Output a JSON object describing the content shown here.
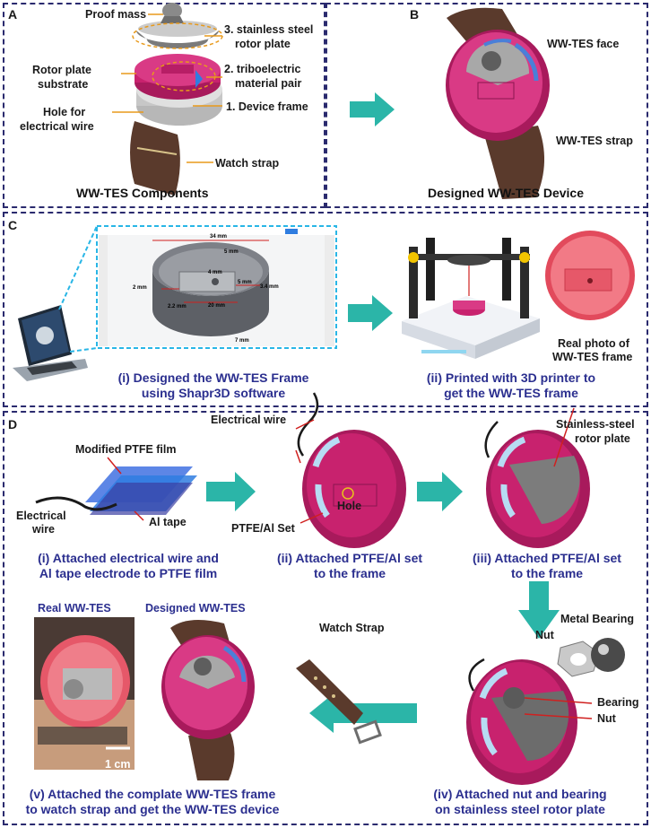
{
  "panels": {
    "a": {
      "label": "A",
      "title": "WW-TES Components",
      "callouts": [
        "Proof mass",
        "3. stainless steel",
        "rotor plate",
        "Rotor plate",
        "substrate",
        "2. triboelectric",
        "material pair",
        "Hole for",
        "electrical wire",
        "1. Device frame",
        "Watch strap"
      ]
    },
    "b": {
      "label": "B",
      "title": "Designed WW-TES Device",
      "callouts": [
        "WW-TES face",
        "WW-TES strap"
      ]
    },
    "c": {
      "label": "C",
      "dimensions": [
        "34 mm",
        "5 mm",
        "4 mm",
        "5 mm",
        "2 mm",
        "3.4 mm",
        "2.2 mm",
        "20 mm",
        "7 mm"
      ],
      "frame_label": [
        "Real photo of",
        "WW-TES frame"
      ],
      "caption_i": [
        "(i) Designed the WW-TES Frame",
        "using Shapr3D software"
      ],
      "caption_ii": [
        "(ii) Printed with 3D printer to",
        "get the WW-TES frame"
      ]
    },
    "d": {
      "label": "D",
      "callouts_i": [
        "Modified PTFE film",
        "Electrical",
        "wire",
        "Al tape"
      ],
      "callouts_ii": [
        "Electrical wire",
        "Hole",
        "PTFE/Al Set"
      ],
      "callouts_iii": [
        "Stainless-steel",
        "rotor plate"
      ],
      "callouts_iv": [
        "Metal Bearing",
        "Nut",
        "Bearing",
        "Nut"
      ],
      "callouts_v": [
        "Watch Strap",
        "Real WW-TES",
        "Designed WW-TES",
        "1 cm"
      ],
      "caption_i": [
        "(i) Attached electrical wire and",
        "Al tape electrode to PTFE film"
      ],
      "caption_ii": [
        "(ii) Attached PTFE/Al set",
        "to the frame"
      ],
      "caption_iii": [
        "(iii) Attached PTFE/Al set",
        "to the frame"
      ],
      "caption_iv": [
        "(iv) Attached nut and bearing",
        "on stainless steel rotor plate"
      ],
      "caption_v": [
        "(v) Attached the complate WW-TES frame",
        "to watch strap and get the WW-TES device"
      ]
    }
  },
  "colors": {
    "border": "#2a2a6e",
    "caption": "#2b2f8f",
    "magenta": "#c8226e",
    "teal": "#2bb5a8",
    "callout_orange": "#e89a1c",
    "callout_red": "#d0201f",
    "strap_brown": "#5a3a2c",
    "blue_film": "#2f7de0"
  },
  "icons": [
    "arrow-right-icon",
    "arrow-down-icon",
    "arrow-left-icon",
    "laptop-icon",
    "3d-printer-icon",
    "watch-icon",
    "nut-icon",
    "bearing-icon"
  ]
}
